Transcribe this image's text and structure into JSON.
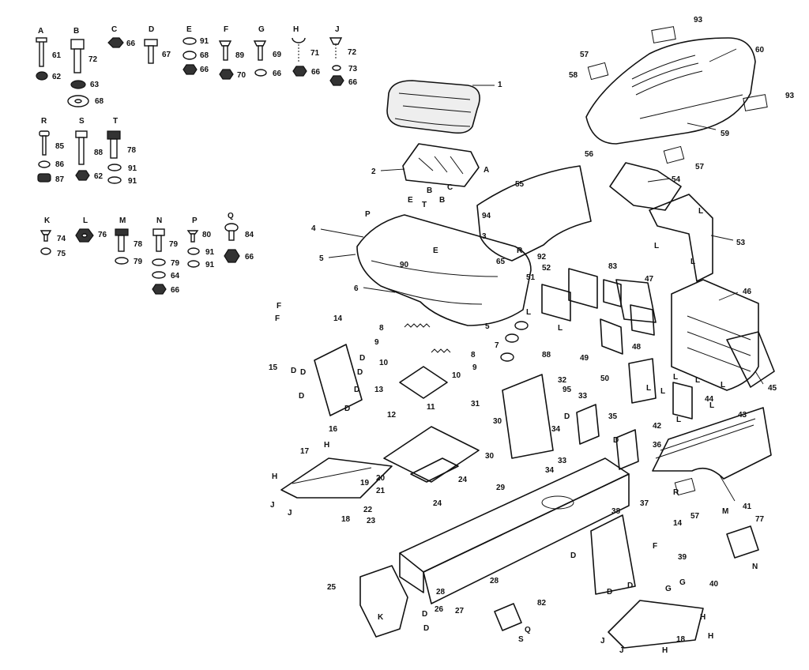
{
  "hardware_kits": [
    {
      "letter": "A",
      "parts": [
        "61",
        "62"
      ]
    },
    {
      "letter": "B",
      "parts": [
        "72",
        "63",
        "68"
      ]
    },
    {
      "letter": "C",
      "parts": [
        "66"
      ]
    },
    {
      "letter": "D",
      "parts": [
        "67"
      ]
    },
    {
      "letter": "E",
      "parts": [
        "91",
        "68",
        "66"
      ]
    },
    {
      "letter": "F",
      "parts": [
        "89",
        "70"
      ]
    },
    {
      "letter": "G",
      "parts": [
        "69",
        "66"
      ]
    },
    {
      "letter": "H",
      "parts": [
        "71",
        "66"
      ]
    },
    {
      "letter": "J",
      "parts": [
        "72",
        "73",
        "66"
      ]
    },
    {
      "letter": "R",
      "parts": [
        "85",
        "86",
        "87"
      ]
    },
    {
      "letter": "S",
      "parts": [
        "88",
        "62"
      ]
    },
    {
      "letter": "T",
      "parts": [
        "78",
        "91",
        "91"
      ]
    },
    {
      "letter": "K",
      "parts": [
        "74",
        "75"
      ]
    },
    {
      "letter": "L",
      "parts": [
        "76"
      ]
    },
    {
      "letter": "M",
      "parts": [
        "78",
        "79"
      ]
    },
    {
      "letter": "N",
      "parts": [
        "79",
        "79",
        "64",
        "66"
      ]
    },
    {
      "letter": "P",
      "parts": [
        "80",
        "91",
        "91"
      ]
    },
    {
      "letter": "Q",
      "parts": [
        "84",
        "66"
      ]
    }
  ],
  "callouts": [
    "1",
    "2",
    "3",
    "4",
    "5",
    "5",
    "6",
    "7",
    "8",
    "8",
    "9",
    "9",
    "10",
    "10",
    "11",
    "12",
    "13",
    "14",
    "14",
    "15",
    "16",
    "17",
    "18",
    "18",
    "19",
    "20",
    "21",
    "22",
    "23",
    "24",
    "24",
    "25",
    "26",
    "27",
    "28",
    "28",
    "29",
    "30",
    "30",
    "31",
    "32",
    "33",
    "33",
    "34",
    "34",
    "35",
    "36",
    "37",
    "38",
    "39",
    "40",
    "41",
    "42",
    "43",
    "44",
    "45",
    "46",
    "47",
    "48",
    "49",
    "50",
    "51",
    "52",
    "53",
    "54",
    "55",
    "56",
    "57",
    "57",
    "57",
    "58",
    "59",
    "60",
    "65",
    "77",
    "82",
    "83",
    "88",
    "90",
    "92",
    "93",
    "93",
    "94",
    "95"
  ],
  "letter_marks": [
    "E",
    "B",
    "C",
    "P",
    "T",
    "E",
    "B",
    "R",
    "F",
    "F",
    "D",
    "D",
    "D",
    "D",
    "D",
    "D",
    "D",
    "H",
    "H",
    "J",
    "J",
    "K",
    "D",
    "D",
    "L",
    "L",
    "L",
    "L",
    "L",
    "L",
    "L",
    "L",
    "L",
    "L",
    "L",
    "L",
    "D",
    "D",
    "D",
    "D",
    "D",
    "F",
    "G",
    "G",
    "H",
    "H",
    "J",
    "J",
    "H",
    "M",
    "N",
    "R",
    "S",
    "Q",
    "A"
  ]
}
